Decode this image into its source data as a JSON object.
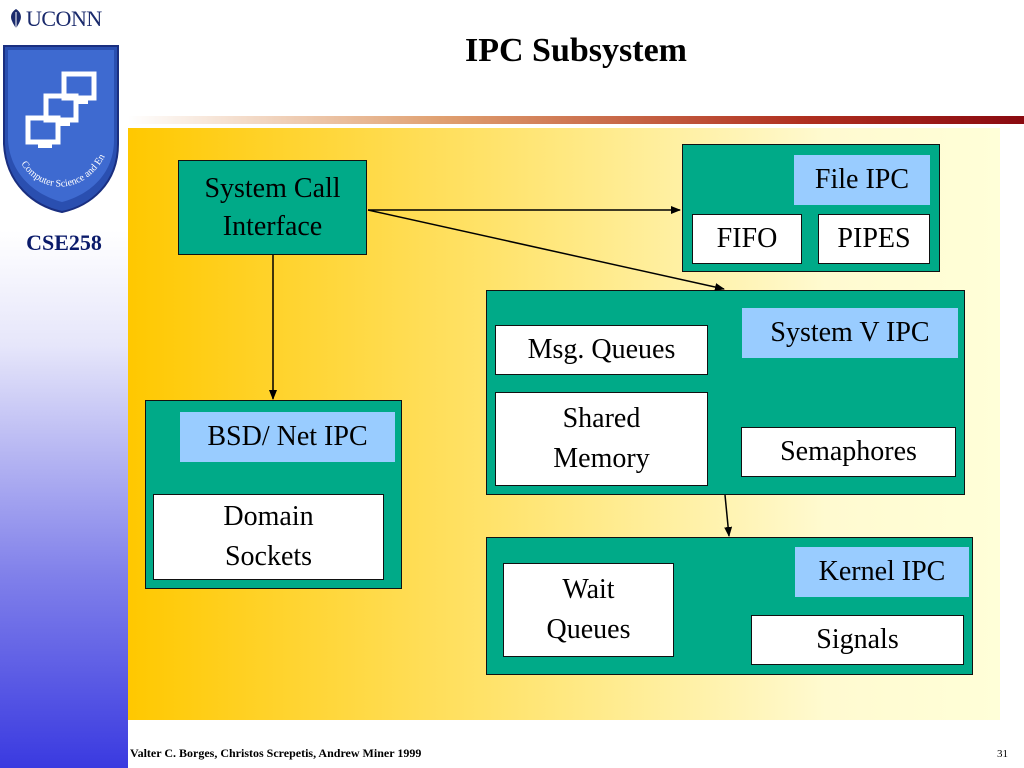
{
  "header": {
    "title": "IPC Subsystem",
    "institution": "UCONN",
    "course": "CSE258",
    "logo_text": "Computer Science and Engineering"
  },
  "diagram": {
    "system_call": "System Call\nInterface",
    "bsd": {
      "label": "BSD/ Net IPC",
      "item": "Domain\nSockets"
    },
    "file_ipc": {
      "label": "File IPC",
      "items": [
        "FIFO",
        "PIPES"
      ]
    },
    "system_v": {
      "label": "System V IPC",
      "msg": "Msg. Queues",
      "shm": "Shared\nMemory",
      "sem": "Semaphores"
    },
    "kernel": {
      "label": "Kernel IPC",
      "wait": "Wait\nQueues",
      "signals": "Signals"
    }
  },
  "footer": {
    "authors": "Valter C. Borges, Christos Screpetis, Andrew Miner 1999",
    "page": "31"
  }
}
